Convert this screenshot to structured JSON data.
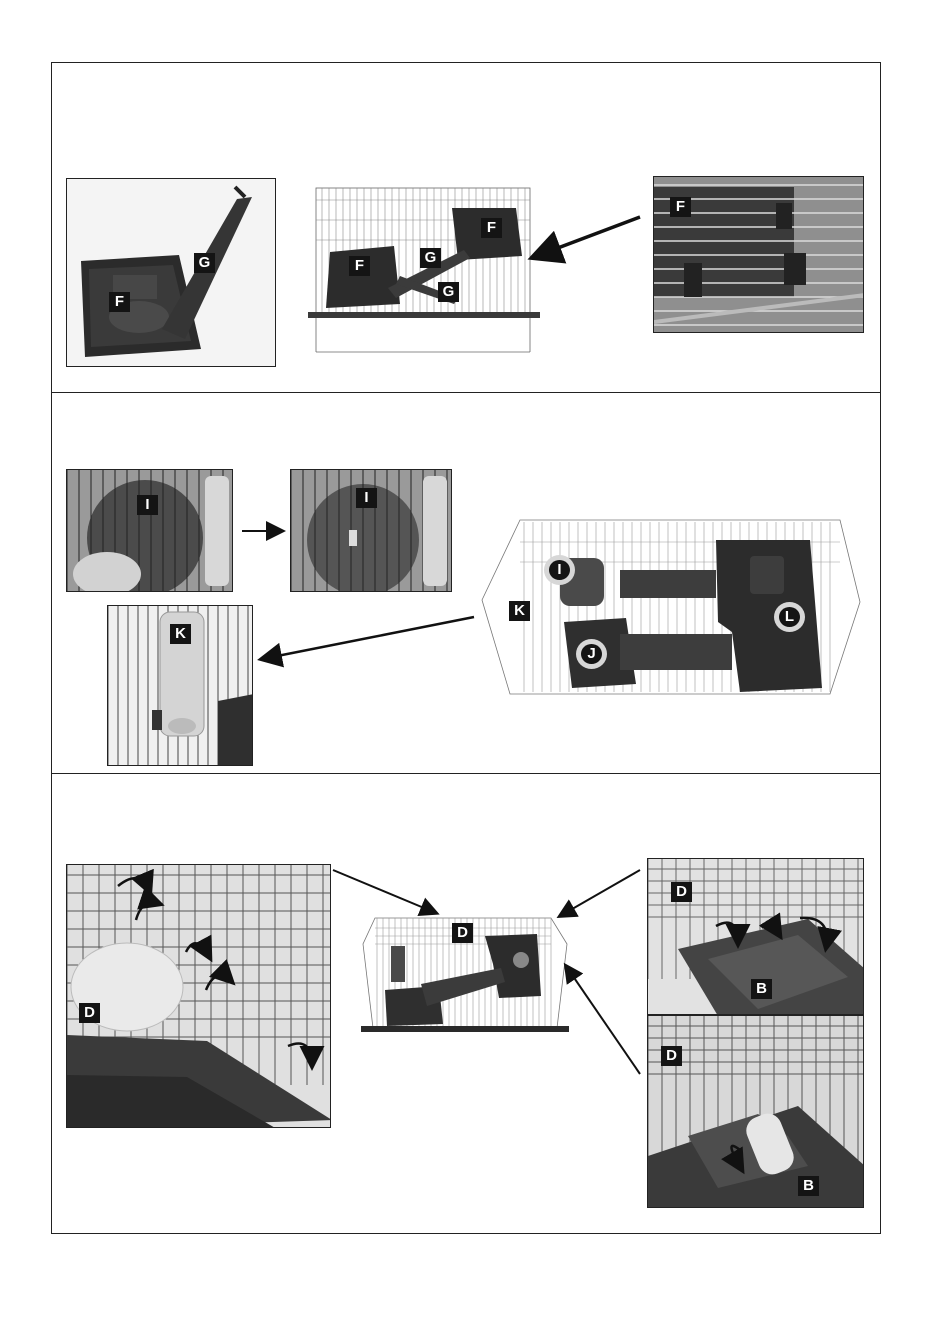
{
  "labels": {
    "F": "F",
    "G": "G",
    "I": "I",
    "J": "J",
    "K": "K",
    "L": "L",
    "D": "D",
    "B": "B"
  },
  "icons": {
    "arrow": "arrow-icon",
    "curved_arrow": "curved-arrow-icon"
  },
  "colors": {
    "tray": "#2e2e2e",
    "wire": "#555555",
    "frame": "#222222",
    "label_bg": "#141414"
  }
}
